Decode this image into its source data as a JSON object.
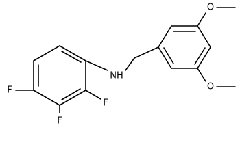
{
  "molecule": {
    "atoms": {
      "amine": "NH",
      "fluorine_top": "F",
      "fluorine_middle": "F",
      "fluorine_bottom": "F",
      "oxygen_top": "O",
      "oxygen_bottom": "O"
    }
  }
}
